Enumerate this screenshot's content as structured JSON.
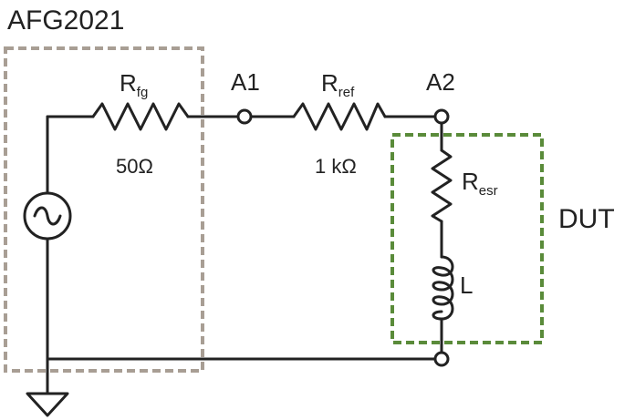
{
  "generator": {
    "title": "AFG2021"
  },
  "nodes": {
    "a1": "A1",
    "a2": "A2"
  },
  "rfg": {
    "symbol": "R",
    "subscript": "fg",
    "value": "50Ω"
  },
  "rref": {
    "symbol": "R",
    "subscript": "ref",
    "value": "1 kΩ"
  },
  "resr": {
    "symbol": "R",
    "subscript": "esr"
  },
  "inductor": {
    "label": "L"
  },
  "dut": {
    "label": "DUT"
  },
  "colors": {
    "generator_box": "#a89e94",
    "dut_box": "#5a8b3a",
    "wire": "#222222"
  }
}
